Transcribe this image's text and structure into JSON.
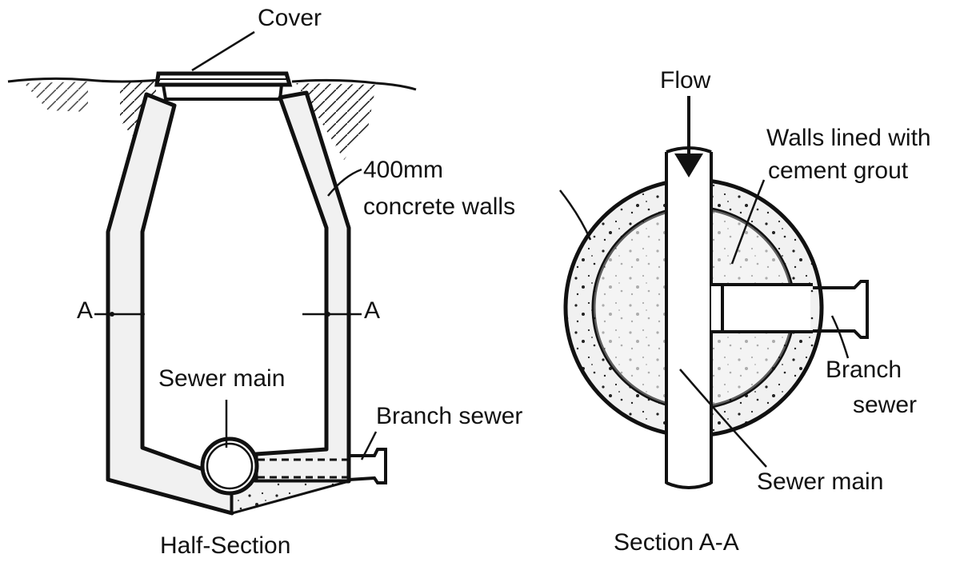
{
  "labels": {
    "cover": "Cover",
    "walls": "400mm\nconcrete walls",
    "walls_line1": "400mm",
    "walls_line2": "concrete walls",
    "section_mark": "A",
    "sewer_main": "Sewer main",
    "branch_sewer_left": "Branch sewer",
    "flow": "Flow",
    "grout_line1": "Walls lined with",
    "grout_line2": "cement grout",
    "branch_line1": "Branch",
    "branch_line2": "sewer",
    "sewer_main_right": "Sewer main"
  },
  "captions": {
    "left": "Half-Section",
    "right": "Section A-A"
  },
  "colors": {
    "ink": "#111111",
    "concrete": "#f1f1f1",
    "background": "#ffffff"
  }
}
